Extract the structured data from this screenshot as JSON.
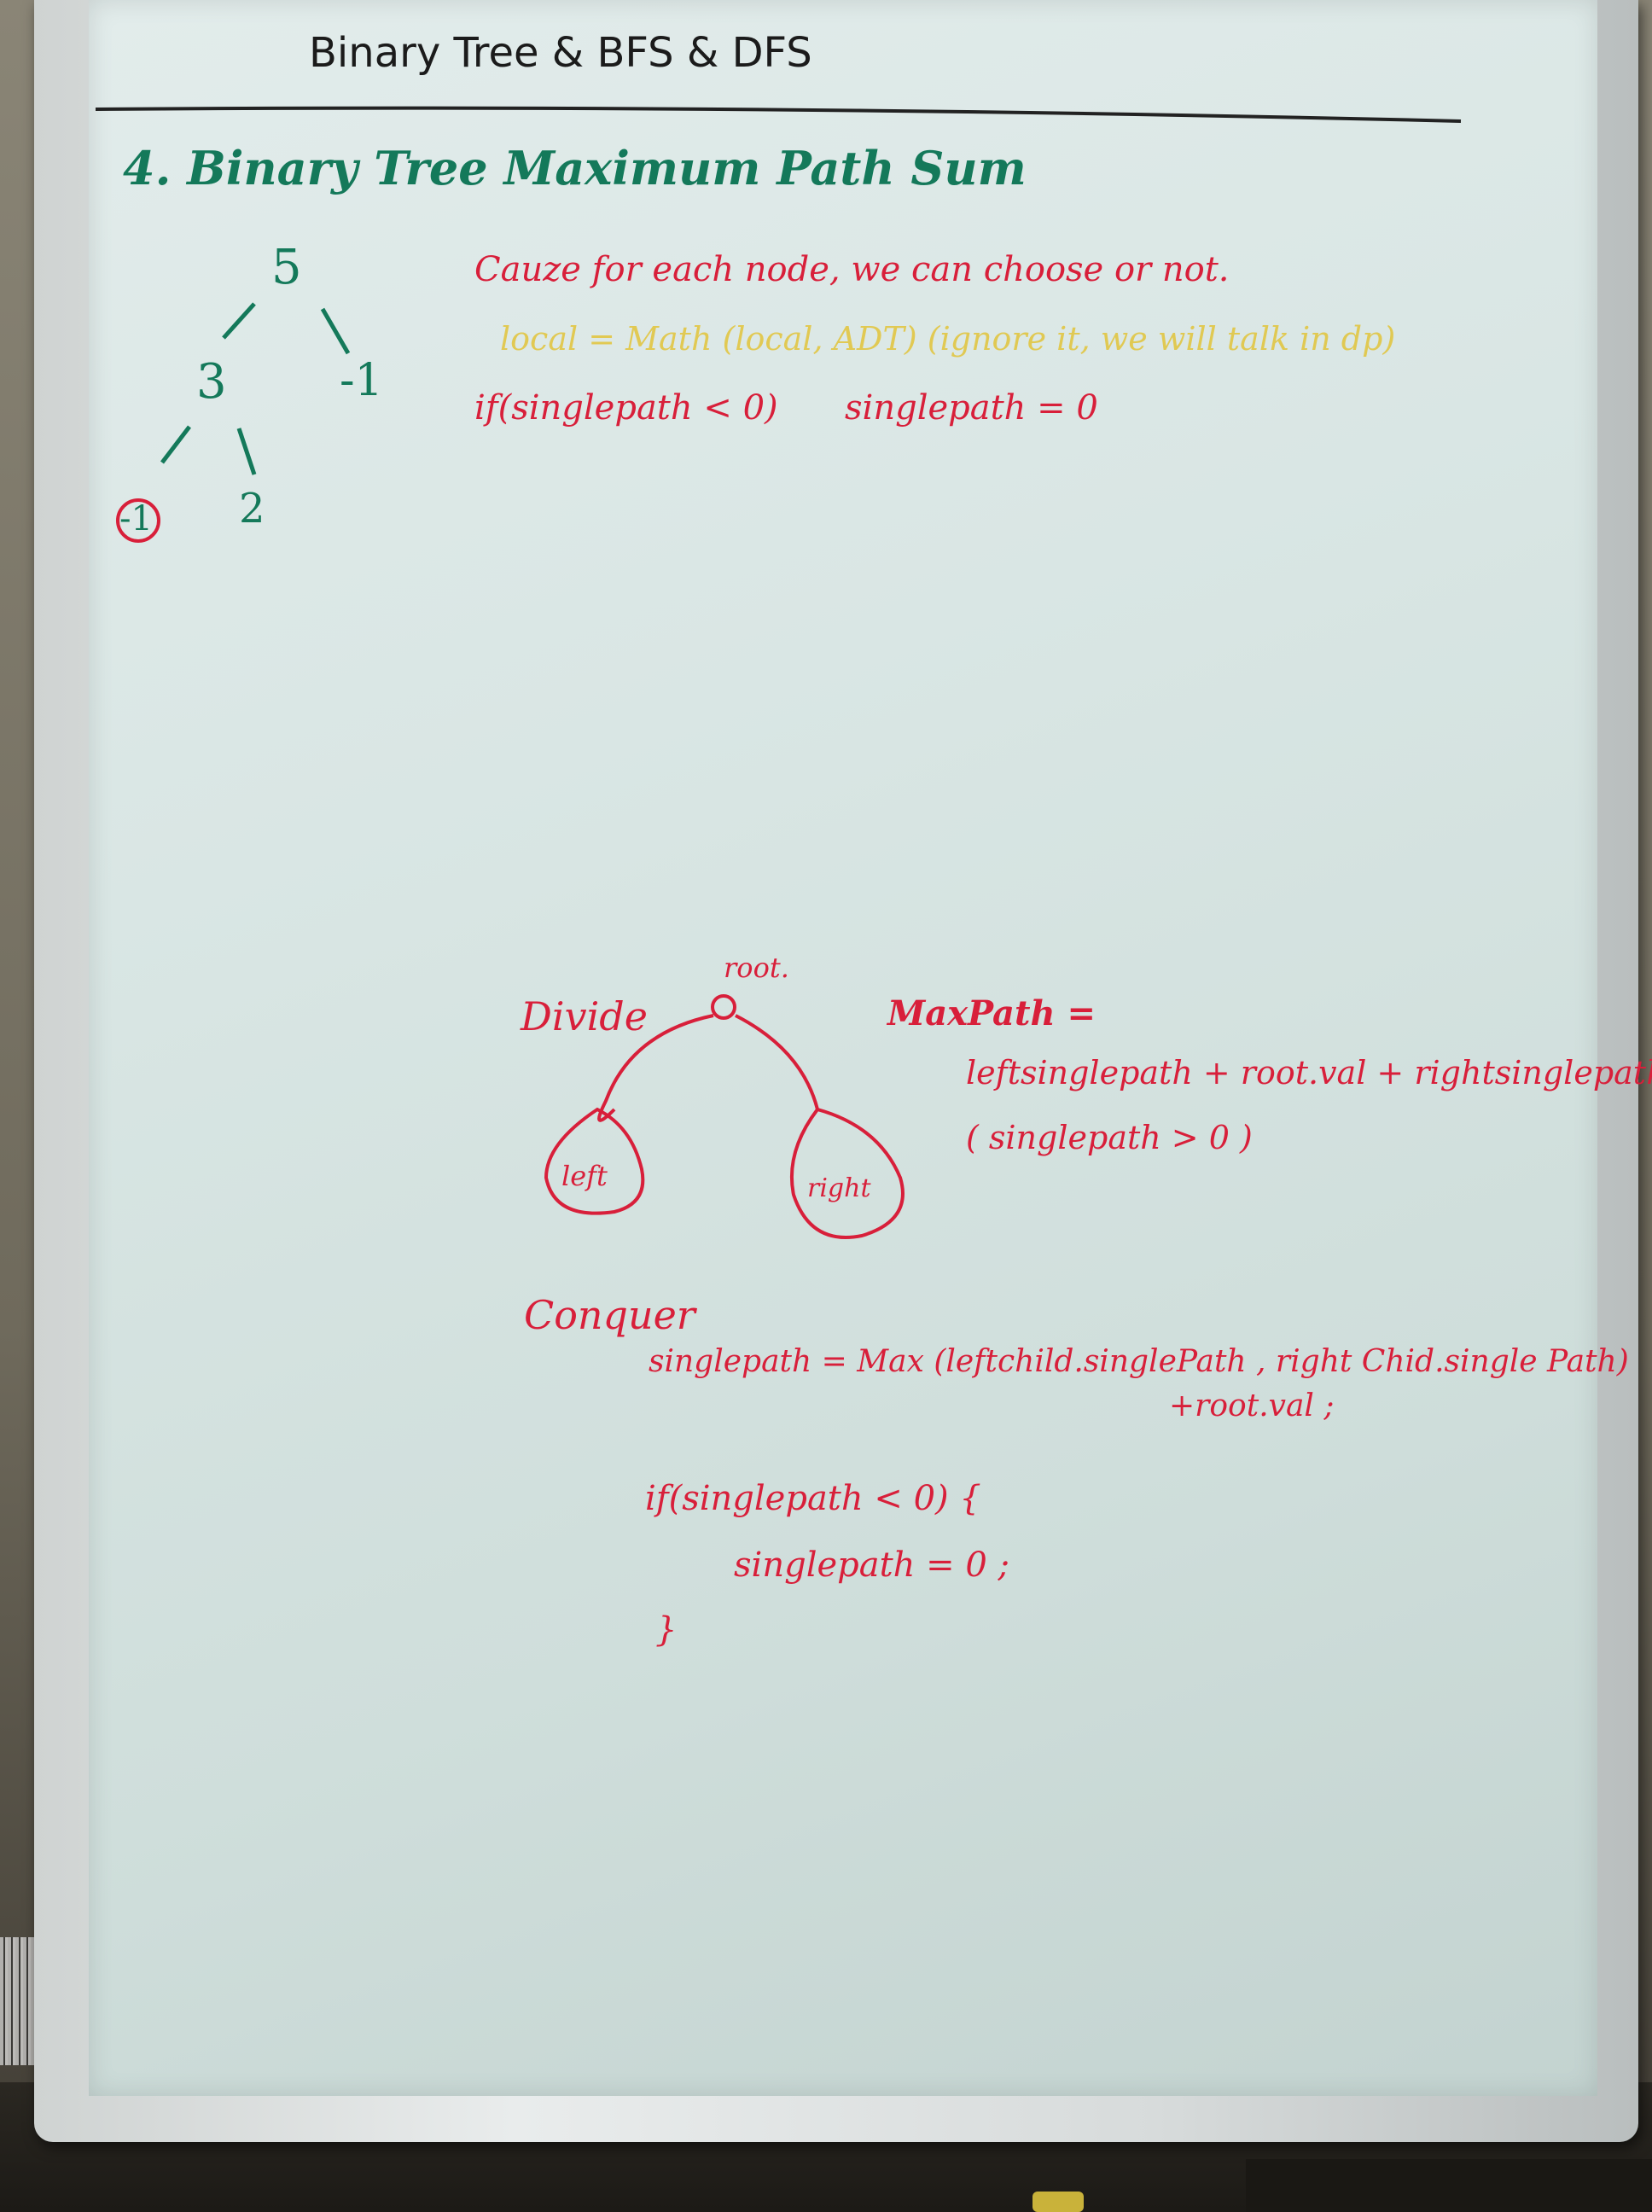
{
  "header": {
    "title": "Binary Tree & BFS & DFS"
  },
  "problem": {
    "heading": "4. Binary Tree Maximum Path Sum"
  },
  "example_tree": {
    "root": "5",
    "left": "3",
    "right": "-1",
    "left_left": "-1",
    "left_right": "2"
  },
  "notes": {
    "cause": "Cauze for each node, we can choose or not.",
    "local": "local = Math (local, ADT) (ignore it, we will talk in dp)",
    "if_line": "if(singlepath < 0)",
    "assign": "singlepath = 0"
  },
  "divide": {
    "label": "Divide",
    "root_label": "root.",
    "left_label": "left",
    "right_label": "right",
    "maxpath_title": "MaxPath =",
    "maxpath_expr": "leftsinglepath + root.val + rightsinglepath",
    "maxpath_cond": "( singlepath > 0 )"
  },
  "conquer": {
    "label": "Conquer",
    "line1": "singlepath = Max (leftchild.singlePath , right Chid.single Path)",
    "line2": "+root.val ;",
    "if_open": "if(singlepath < 0) {",
    "body": "singlepath = 0 ;",
    "close": "}"
  },
  "colors": {
    "green_marker": "#14795a",
    "red_marker": "#d81f3a",
    "yellow_marker": "#e2c43a",
    "board": "#d9e6e4"
  }
}
